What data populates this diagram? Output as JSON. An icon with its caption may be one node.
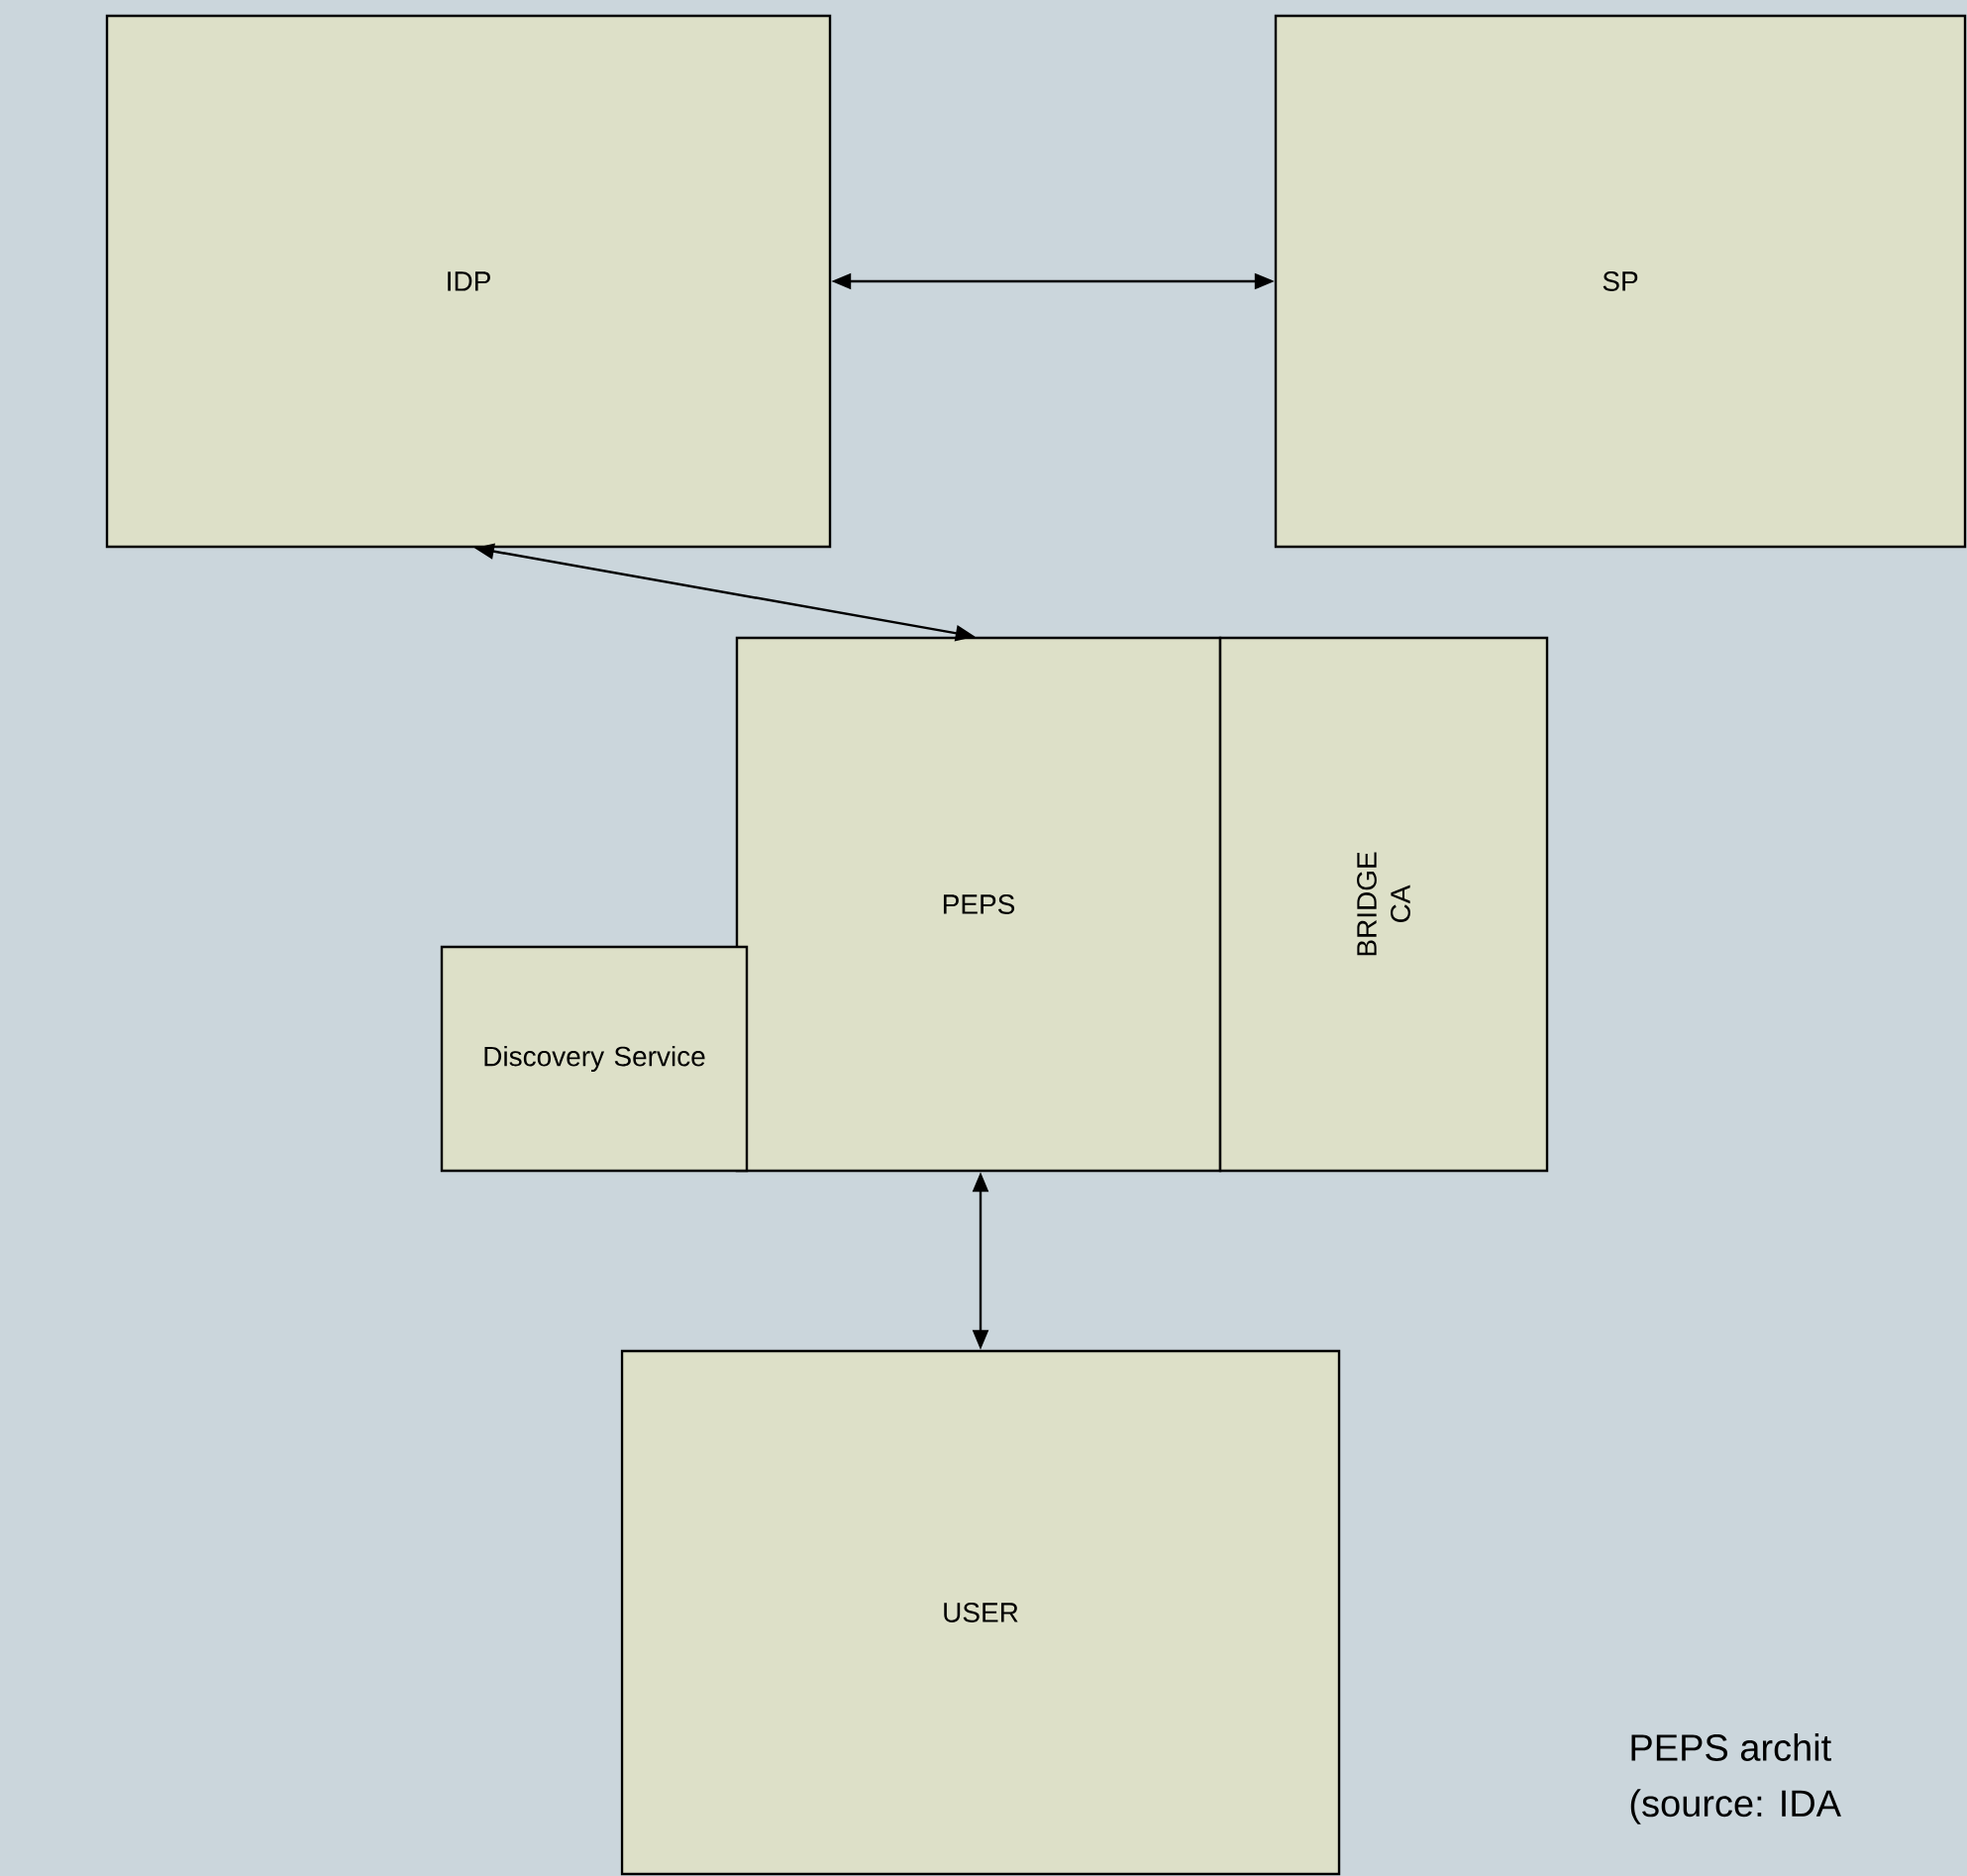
{
  "diagram": {
    "nodes": [
      {
        "text": [
          "IDP"
        ]
      },
      {
        "text": [
          "SP"
        ]
      },
      {
        "text": [
          "PEPS"
        ]
      },
      {
        "text": [
          "BRIDGE CA"
        ]
      },
      {
        "text": [
          "Discovery Service"
        ]
      },
      {
        "text": [
          "USER"
        ]
      }
    ],
    "edges": [
      {
        "from": 0,
        "to": 1,
        "arrow": "both"
      },
      {
        "from": 0,
        "to": 2,
        "arrow": "both"
      },
      {
        "from": 2,
        "to": 5,
        "arrow": "both"
      }
    ],
    "labels": [
      "PEPS archit",
      "(source: IDA"
    ]
  }
}
